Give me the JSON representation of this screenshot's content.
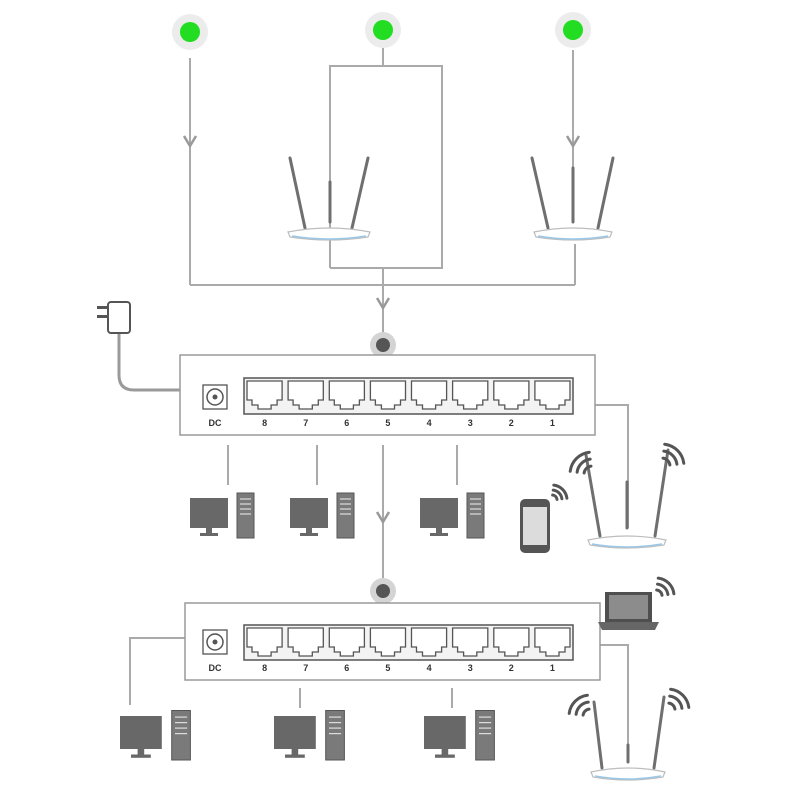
{
  "colors": {
    "node_green": "#22dd22",
    "node_halo": "#ececec",
    "hub_dot": "#555555",
    "hub_halo": "#d4d4d4",
    "line": "#aaaaaa",
    "device_dark": "#686868",
    "device_mid": "#7a7a7a",
    "port_outline": "#555555",
    "router_stripe": "#9cc8e8"
  },
  "icons": {
    "source_node": "green-node-icon",
    "hub": "gray-hub-dot-icon",
    "router": "wifi-router-icon",
    "switch": "network-switch-icon",
    "desktop": "desktop-computer-icon",
    "phone": "smartphone-icon",
    "laptop": "laptop-icon",
    "adapter": "power-adapter-icon",
    "wifi": "wifi-signal-icon"
  },
  "switches": [
    {
      "dc_label": "DC",
      "ports": [
        "8",
        "7",
        "6",
        "5",
        "4",
        "3",
        "2",
        "1"
      ]
    },
    {
      "dc_label": "DC",
      "ports": [
        "8",
        "7",
        "6",
        "5",
        "4",
        "3",
        "2",
        "1"
      ]
    }
  ]
}
